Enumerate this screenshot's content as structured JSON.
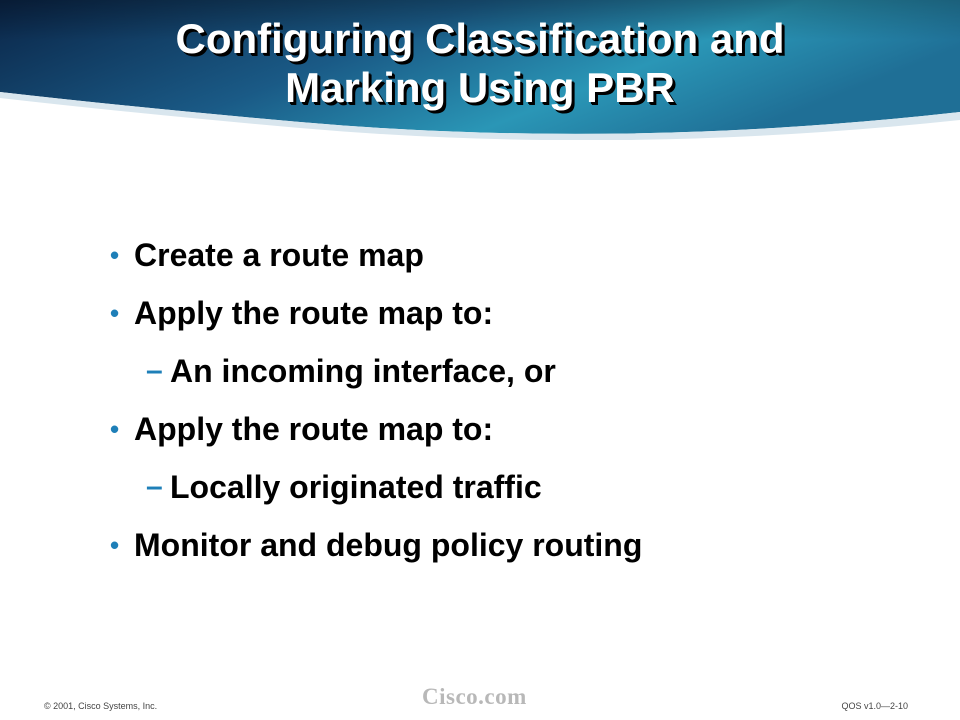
{
  "slide": {
    "title_lines": [
      "Configuring Classification and",
      "Marking Using PBR"
    ],
    "bullets": [
      {
        "text": "Create a route map",
        "marker": "•",
        "level": 1
      },
      {
        "text": "Apply the route map to:",
        "marker": "•",
        "level": 1
      },
      {
        "text": "An incoming interface, or",
        "marker": "–",
        "level": 2
      },
      {
        "text": "Apply the route map to:",
        "marker": "•",
        "level": 1
      },
      {
        "text": "Locally originated traffic",
        "marker": "–",
        "level": 2
      },
      {
        "text": "Monitor and debug policy routing",
        "marker": "•",
        "level": 1
      }
    ]
  },
  "footer": {
    "copyright": "© 2001, Cisco Systems, Inc.",
    "logo": "Cisco.com",
    "course_code": "QOS v1.0—2-10"
  },
  "colors": {
    "header_dark": "#0b2a4c",
    "header_light": "#2a96b6",
    "bullet_marker": "#1e7fb8"
  }
}
